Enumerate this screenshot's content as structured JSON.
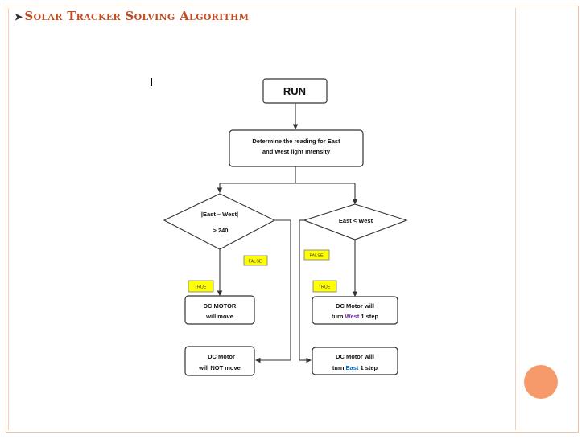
{
  "title": "Solar Tracker Solving Algorithm",
  "bullet_icon": "arrow-bullet-icon",
  "colors": {
    "title": "#c34b1f",
    "accent_circle": "#f69a6c",
    "tag_fill": "#ffff00",
    "west": "#7030a0",
    "east": "#0070c0"
  },
  "flowchart": {
    "run": "RUN",
    "determine_line1": "Determine the reading for East",
    "determine_line2": "and West light Intensity",
    "decision1_line1": "|East – West|",
    "decision1_line2": "> 240",
    "decision2": "East < West",
    "false_left": "FALSE",
    "false_right": "FALSE",
    "true_left": "TRUE",
    "true_right": "TRUE",
    "move": {
      "line1": "DC MOTOR",
      "line2": "will move"
    },
    "not_move": {
      "line1": "DC  Motor",
      "line2": "will NOT move"
    },
    "west": {
      "line1": "DC  Motor will",
      "line2_prefix": "turn ",
      "dir": "West",
      "line2_suffix": " 1 step"
    },
    "east": {
      "line1": "DC  Motor will",
      "line2_prefix": "turn ",
      "dir": "East",
      "line2_suffix": " 1 step"
    }
  }
}
